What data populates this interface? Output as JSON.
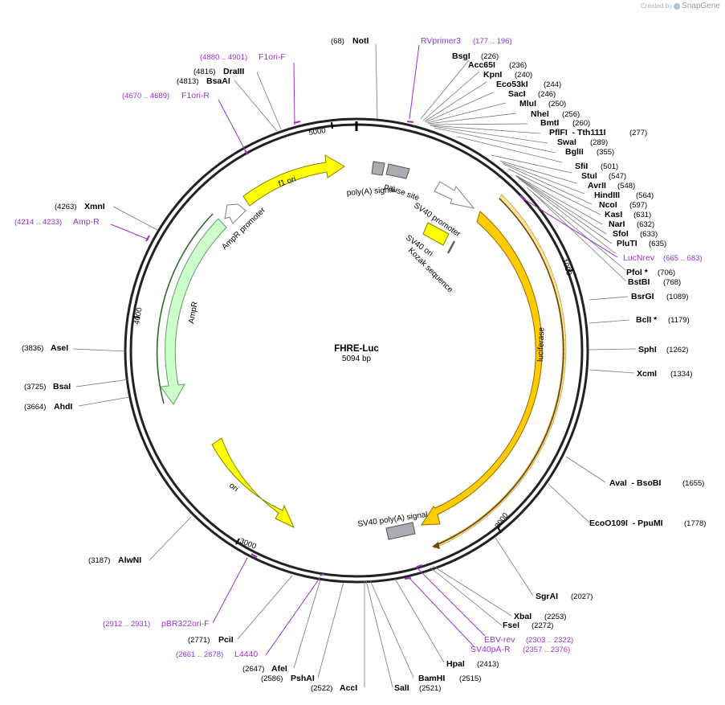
{
  "credit": {
    "prefix": "Created by",
    "brand": "SnapGene"
  },
  "plasmid": {
    "name": "FHRE-Luc",
    "length_text": "5094 bp",
    "length": 5094
  },
  "ticks": [
    {
      "label": "1000",
      "pos": 1000
    },
    {
      "label": "2000",
      "pos": 2000
    },
    {
      "label": "3000",
      "pos": 3000
    },
    {
      "label": "4000",
      "pos": 4000
    },
    {
      "label": "5000",
      "pos": 5000
    }
  ],
  "features": [
    {
      "id": "f1-ori",
      "label": "f1 ori",
      "color": "#ffff00",
      "stroke": "#808000"
    },
    {
      "id": "ampr-promoter",
      "label": "AmpR promoter",
      "color": "#ffffff",
      "stroke": "#808080"
    },
    {
      "id": "ampr",
      "label": "AmpR",
      "color": "#ccffcc",
      "stroke": "#669966"
    },
    {
      "id": "ori",
      "label": "ori",
      "color": "#ffff00",
      "stroke": "#808000"
    },
    {
      "id": "luciferase",
      "label": "luciferase",
      "color": "#ffcc00",
      "stroke": "#996600"
    },
    {
      "id": "sv40-polya",
      "label": "SV40 poly(A) signal",
      "color": "#a9adb3",
      "stroke": "#555555"
    },
    {
      "id": "polya-pause",
      "label": "poly(A) signal",
      "color": "#a9adb3",
      "stroke": "#555555"
    },
    {
      "id": "pause-site",
      "label": "pause site",
      "color": "#a9adb3",
      "stroke": "#555555"
    },
    {
      "id": "sv40-promoter",
      "label": "SV40 promoter",
      "color": "#ffffff",
      "stroke": "#808080"
    },
    {
      "id": "sv40-ori",
      "label": "SV40 ori",
      "color": "#ffff00",
      "stroke": "#808000"
    },
    {
      "id": "kozak",
      "label": "Kozak sequence",
      "color": "#ffffff",
      "stroke": "#808080"
    }
  ],
  "sites": [
    {
      "name": "NotI",
      "pos": "(68)"
    },
    {
      "name": "BsgI",
      "pos": "(226)"
    },
    {
      "name": "Acc65I",
      "pos": "(236)"
    },
    {
      "name": "KpnI",
      "pos": "(240)"
    },
    {
      "name": "Eco53kI",
      "pos": "(244)"
    },
    {
      "name": "SacI",
      "pos": "(246)"
    },
    {
      "name": "MluI",
      "pos": "(250)"
    },
    {
      "name": "NheI",
      "pos": "(256)"
    },
    {
      "name": "BmtI",
      "pos": "(260)"
    },
    {
      "name": "PflFI  - Tth111I",
      "pos": "(277)"
    },
    {
      "name": "SwaI",
      "pos": "(289)"
    },
    {
      "name": "BglII",
      "pos": "(355)"
    },
    {
      "name": "SfiI",
      "pos": "(501)"
    },
    {
      "name": "StuI",
      "pos": "(547)"
    },
    {
      "name": "AvrII",
      "pos": "(548)"
    },
    {
      "name": "HindIII",
      "pos": "(564)"
    },
    {
      "name": "NcoI",
      "pos": "(597)"
    },
    {
      "name": "KasI",
      "pos": "(631)"
    },
    {
      "name": "NarI",
      "pos": "(632)"
    },
    {
      "name": "SfoI",
      "pos": "(633)"
    },
    {
      "name": "PluTI",
      "pos": "(635)"
    },
    {
      "name": "PfoI *",
      "pos": "(706)"
    },
    {
      "name": "BstBI",
      "pos": "(768)"
    },
    {
      "name": "BsrGI",
      "pos": "(1089)"
    },
    {
      "name": "BclI *",
      "pos": "(1179)"
    },
    {
      "name": "SphI",
      "pos": "(1262)"
    },
    {
      "name": "XcmI",
      "pos": "(1334)"
    },
    {
      "name": "AvaI  - BsoBI",
      "pos": "(1655)"
    },
    {
      "name": "EcoO109I  - PpuMI",
      "pos": "(1778)"
    },
    {
      "name": "SgrAI",
      "pos": "(2027)"
    },
    {
      "name": "XbaI",
      "pos": "(2253)"
    },
    {
      "name": "FseI",
      "pos": "(2272)"
    },
    {
      "name": "HpaI",
      "pos": "(2413)"
    },
    {
      "name": "BamHI",
      "pos": "(2515)"
    },
    {
      "name": "SalI",
      "pos": "(2521)"
    },
    {
      "name": "AccI",
      "pos": "(2522)"
    },
    {
      "name": "PshAI",
      "pos": "(2586)"
    },
    {
      "name": "AfeI",
      "pos": "(2647)"
    },
    {
      "name": "PciI",
      "pos": "(2771)"
    },
    {
      "name": "AlwNI",
      "pos": "(3187)"
    },
    {
      "name": "AhdI",
      "pos": "(3664)"
    },
    {
      "name": "BsaI",
      "pos": "(3725)"
    },
    {
      "name": "AseI",
      "pos": "(3836)"
    },
    {
      "name": "XmnI",
      "pos": "(4263)"
    },
    {
      "name": "BsaAI",
      "pos": "(4813)"
    },
    {
      "name": "DraIII",
      "pos": "(4816)"
    }
  ],
  "primers": [
    {
      "name": "RVprimer3",
      "pos": "(177 .. 196)"
    },
    {
      "name": "LucNrev",
      "pos": "(665 .. 683)"
    },
    {
      "name": "EBV-rev",
      "pos": "(2303 .. 2322)"
    },
    {
      "name": "SV40pA-R",
      "pos": "(2357 .. 2376)"
    },
    {
      "name": "L4440",
      "pos": "(2661 .. 2678)"
    },
    {
      "name": "pBR322ori-F",
      "pos": "(2912 .. 2931)"
    },
    {
      "name": "Amp-R",
      "pos": "(4214 .. 4233)"
    },
    {
      "name": "F1ori-R",
      "pos": "(4670 .. 4689)"
    },
    {
      "name": "F1ori-F",
      "pos": "(4880 .. 4901)"
    }
  ]
}
